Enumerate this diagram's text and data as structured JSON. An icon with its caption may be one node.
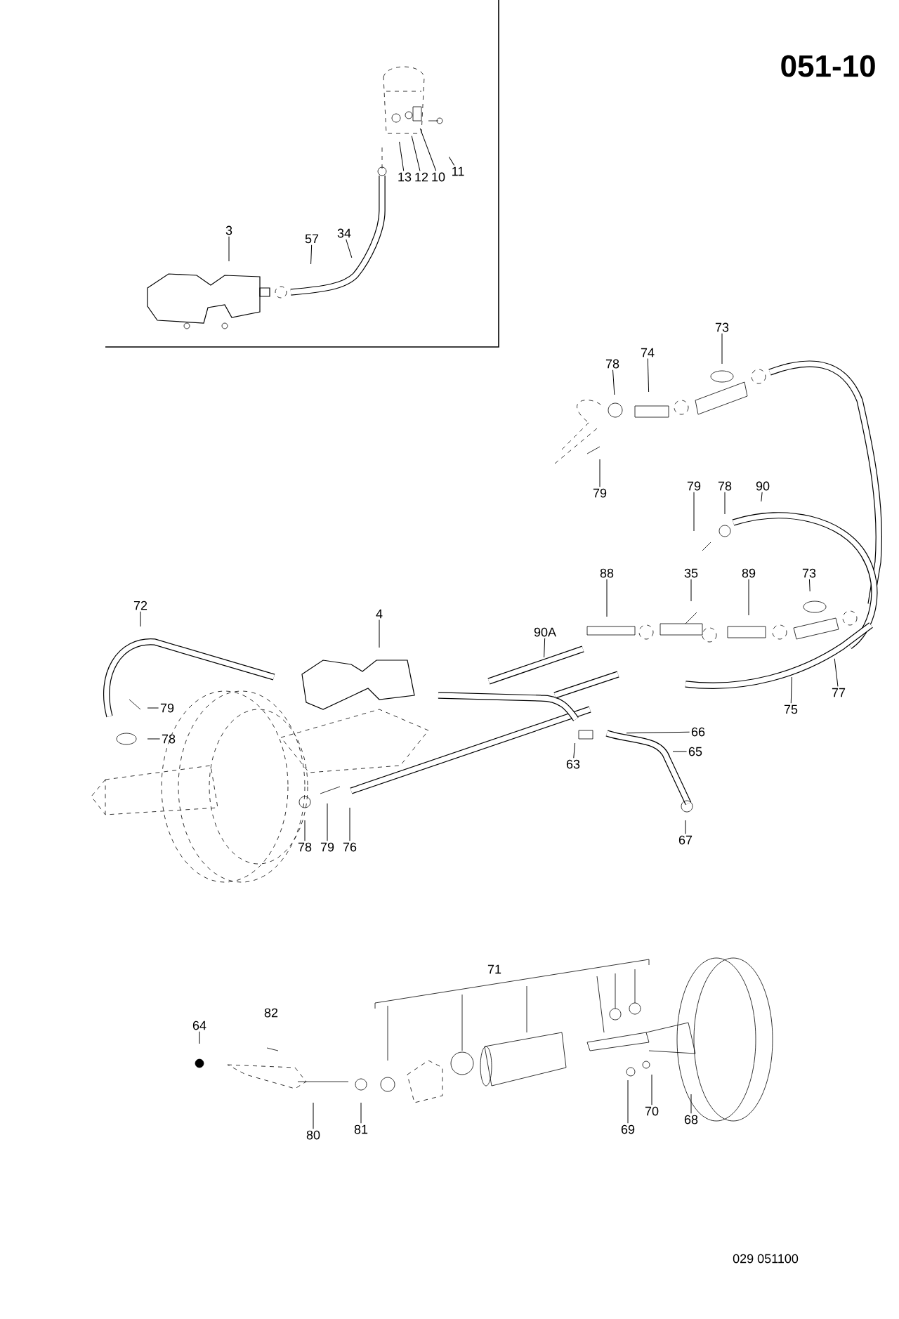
{
  "diagram": {
    "title": "051-10",
    "nodes": [
      {
        "text": [
          "3"
        ]
      },
      {
        "text": [
          "57"
        ]
      },
      {
        "text": [
          "34"
        ]
      },
      {
        "text": [
          "13"
        ]
      },
      {
        "text": [
          "12"
        ]
      },
      {
        "text": [
          "10"
        ]
      },
      {
        "text": [
          "11"
        ]
      },
      {
        "text": [
          "73"
        ]
      },
      {
        "text": [
          "74"
        ]
      },
      {
        "text": [
          "78"
        ]
      },
      {
        "text": [
          "79"
        ]
      },
      {
        "text": [
          "79"
        ]
      },
      {
        "text": [
          "78"
        ]
      },
      {
        "text": [
          "90"
        ]
      },
      {
        "text": [
          "88"
        ]
      },
      {
        "text": [
          "35"
        ]
      },
      {
        "text": [
          "89"
        ]
      },
      {
        "text": [
          "73"
        ]
      },
      {
        "text": [
          "90A"
        ]
      },
      {
        "text": [
          "77"
        ]
      },
      {
        "text": [
          "75"
        ]
      },
      {
        "text": [
          "72"
        ]
      },
      {
        "text": [
          "4"
        ]
      },
      {
        "text": [
          "79"
        ]
      },
      {
        "text": [
          "78"
        ]
      },
      {
        "text": [
          "66"
        ]
      },
      {
        "text": [
          "65"
        ]
      },
      {
        "text": [
          "63"
        ]
      },
      {
        "text": [
          "67"
        ]
      },
      {
        "text": [
          "78"
        ]
      },
      {
        "text": [
          "79"
        ]
      },
      {
        "text": [
          "76"
        ]
      },
      {
        "text": [
          "64"
        ]
      },
      {
        "text": [
          "80"
        ]
      },
      {
        "text": [
          "81"
        ]
      },
      {
        "text": [
          "69"
        ]
      },
      {
        "text": [
          "70"
        ]
      },
      {
        "text": [
          "68"
        ]
      }
    ],
    "edges": [
      {
        "from": 0,
        "to": null,
        "arrow": "none"
      },
      {
        "from": 1,
        "to": null,
        "arrow": "none"
      },
      {
        "from": 2,
        "to": null,
        "arrow": "none"
      },
      {
        "from": 3,
        "to": null,
        "arrow": "none"
      },
      {
        "from": 4,
        "to": null,
        "arrow": "none"
      },
      {
        "from": 5,
        "to": null,
        "arrow": "none"
      },
      {
        "from": 6,
        "to": null,
        "arrow": "none"
      },
      {
        "from": 7,
        "to": null,
        "arrow": "none"
      },
      {
        "from": 8,
        "to": null,
        "arrow": "none"
      },
      {
        "from": 9,
        "to": null,
        "arrow": "none"
      },
      {
        "from": 10,
        "to": null,
        "arrow": "none"
      },
      {
        "from": 11,
        "to": null,
        "arrow": "none"
      },
      {
        "from": 12,
        "to": null,
        "arrow": "none"
      },
      {
        "from": 13,
        "to": null,
        "arrow": "none"
      },
      {
        "from": 14,
        "to": null,
        "arrow": "none"
      },
      {
        "from": 15,
        "to": null,
        "arrow": "none"
      },
      {
        "from": 16,
        "to": null,
        "arrow": "none"
      },
      {
        "from": 17,
        "to": null,
        "arrow": "none"
      },
      {
        "from": 18,
        "to": null,
        "arrow": "none"
      },
      {
        "from": 19,
        "to": null,
        "arrow": "none"
      },
      {
        "from": 20,
        "to": null,
        "arrow": "none"
      },
      {
        "from": 21,
        "to": null,
        "arrow": "none"
      },
      {
        "from": 22,
        "to": null,
        "arrow": "none"
      },
      {
        "from": 23,
        "to": null,
        "arrow": "none"
      },
      {
        "from": 24,
        "to": null,
        "arrow": "none"
      },
      {
        "from": 25,
        "to": null,
        "arrow": "none"
      },
      {
        "from": 26,
        "to": null,
        "arrow": "none"
      },
      {
        "from": 27,
        "to": null,
        "arrow": "none"
      },
      {
        "from": 28,
        "to": null,
        "arrow": "none"
      },
      {
        "from": 29,
        "to": null,
        "arrow": "none"
      },
      {
        "from": 30,
        "to": null,
        "arrow": "none"
      },
      {
        "from": 31,
        "to": null,
        "arrow": "none"
      },
      {
        "from": 32,
        "to": null,
        "arrow": "none"
      },
      {
        "from": 33,
        "to": null,
        "arrow": "none"
      },
      {
        "from": 34,
        "to": null,
        "arrow": "none"
      },
      {
        "from": 35,
        "to": null,
        "arrow": "none"
      },
      {
        "from": 36,
        "to": null,
        "arrow": "none"
      },
      {
        "from": 37,
        "to": null,
        "arrow": "none"
      }
    ],
    "labels": [
      "71",
      "82",
      "029 051100"
    ]
  }
}
